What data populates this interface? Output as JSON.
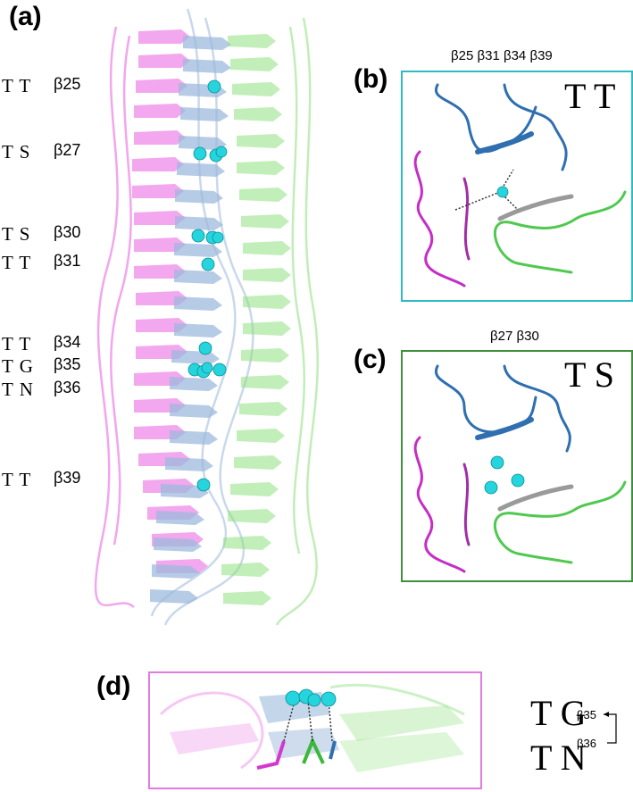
{
  "panel_a": {
    "label": "(a)",
    "rows": [
      {
        "pair": "T T",
        "beta": "β25"
      },
      {
        "pair": "T S",
        "beta": "β27"
      },
      {
        "pair": "T S",
        "beta": "β30"
      },
      {
        "pair": "T T",
        "beta": "β31"
      },
      {
        "pair": "T T",
        "beta": "β34"
      },
      {
        "pair": "T G",
        "beta": "β35"
      },
      {
        "pair": "T N",
        "beta": "β36"
      },
      {
        "pair": "T T",
        "beta": "β39"
      }
    ]
  },
  "panel_b": {
    "label": "(b)",
    "header": "β25 β31 β34 β39",
    "pair": "T T",
    "frame_color": "#2bbcc4"
  },
  "panel_c": {
    "label": "(c)",
    "header": "β27 β30",
    "pair": "T S",
    "frame_color": "#3f8f3f"
  },
  "panel_d": {
    "label": "(d)",
    "pair_top": "T G",
    "pair_bottom": "T N",
    "beta_top": "β35",
    "beta_bottom": "β36",
    "frame_color": "#e07be0"
  },
  "colors": {
    "chain_magenta": "#e85ee0",
    "chain_blue": "#9dbadc",
    "chain_green": "#8fe07f",
    "water": "#25d4dc"
  }
}
